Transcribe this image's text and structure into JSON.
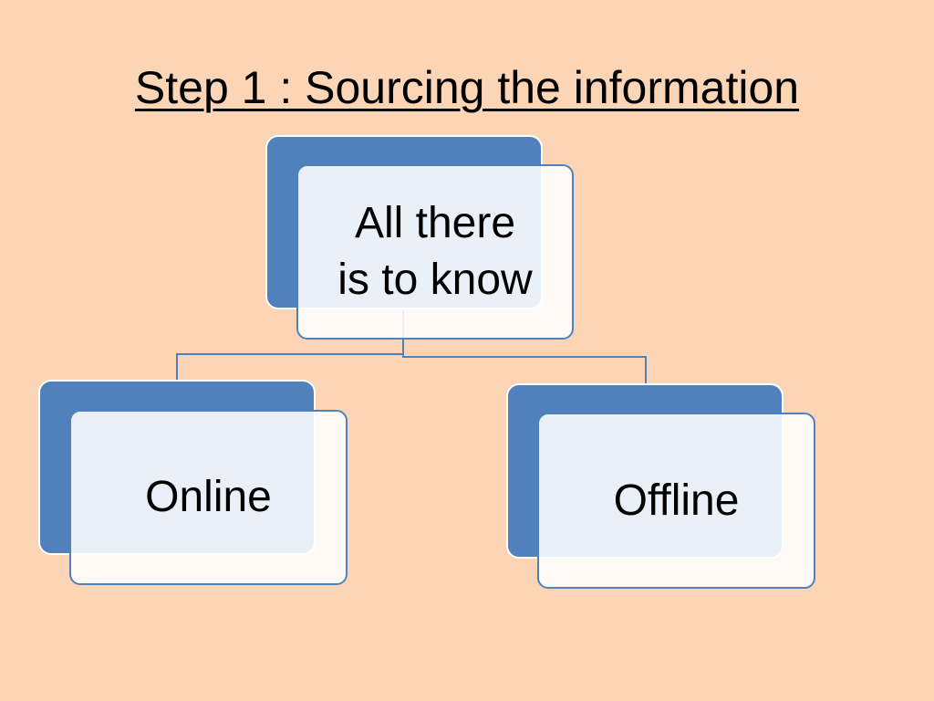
{
  "slide": {
    "title": "Step 1 : Sourcing the information"
  },
  "nodes": {
    "root": {
      "label_line1": "All there",
      "label_line2": "is to know"
    },
    "left": {
      "label": "Online"
    },
    "right": {
      "label": "Offline"
    }
  },
  "colors": {
    "background": "#fbd5b5",
    "accent": "#4f81bd",
    "card_fill": "#eef3fb"
  }
}
